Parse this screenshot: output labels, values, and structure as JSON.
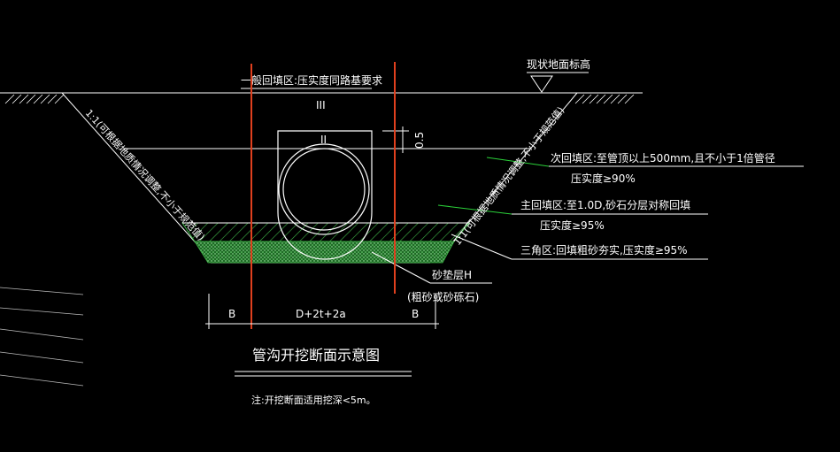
{
  "colors": {
    "background": "#000000",
    "line": "#ffffff",
    "pile": "#e0401e",
    "hatch": "#3fb548",
    "leader_green": "#2bd23a"
  },
  "labels": {
    "backfill_general": "一般回填区:压实度同路基要求",
    "existing_ground": "现状地面标高",
    "zone_iii": "III",
    "zone_ii": "II",
    "dim_05": "0.5",
    "secondary_backfill_line1": "次回填区:至管顶以上500mm,且不小于1倍管径",
    "secondary_backfill_line2": "压实度≥90%",
    "main_backfill_line1": "主回填区:至1.0D,砂石分层对称回填",
    "main_backfill_line2": "压实度≥95%",
    "triangle_zone": "三角区:回填粗砂夯实,压实度≥95%",
    "sand_cushion": "砂垫层H",
    "sand_cushion_note": "(粗砂或砂砾石)",
    "slope_left": "1:1(可根据地质情况调整,不小于规范值)",
    "slope_right": "1:1(可根据地质情况调整,不小于规范值)",
    "dim_b_left": "B",
    "dim_b_right": "B",
    "dim_middle": "D+2t+2a",
    "title": "管沟开挖断面示意图",
    "note": "注:开挖断面适用挖深<5m。"
  }
}
